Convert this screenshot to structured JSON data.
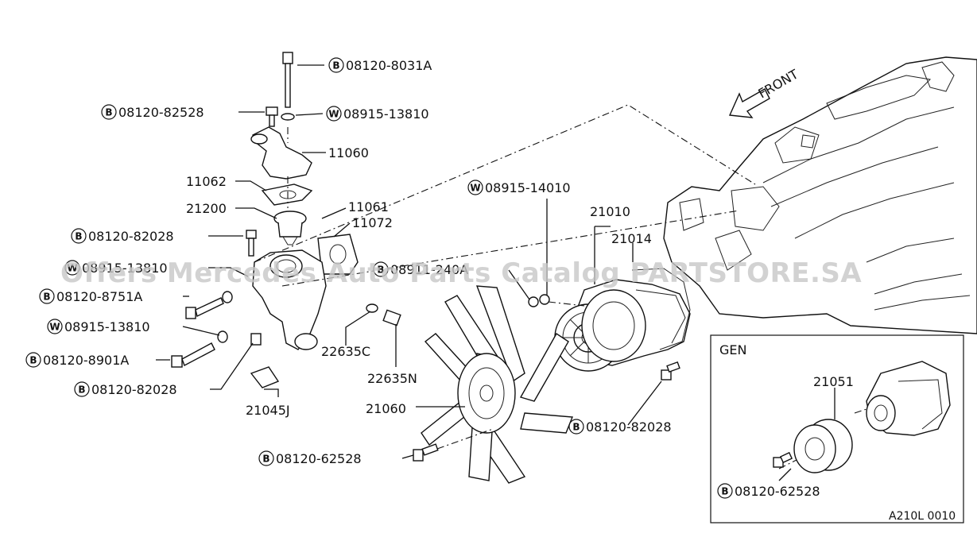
{
  "watermark": "Offers Mercedes Auto Parts Catalog PARTSTORE.SA",
  "direction_label": "FRONT",
  "inset_title": "GEN",
  "diagram_code": "A210L 0010",
  "callouts": [
    {
      "id": "c01",
      "badge": "B",
      "number": "08120-8031A"
    },
    {
      "id": "c02",
      "badge": "B",
      "number": "08120-82528"
    },
    {
      "id": "c03",
      "badge": "W",
      "number": "08915-13810"
    },
    {
      "id": "c04",
      "badge": "",
      "number": "11060"
    },
    {
      "id": "c05",
      "badge": "",
      "number": "11062"
    },
    {
      "id": "c06",
      "badge": "",
      "number": "21200"
    },
    {
      "id": "c07",
      "badge": "",
      "number": "11061"
    },
    {
      "id": "c08",
      "badge": "",
      "number": "11072"
    },
    {
      "id": "c09",
      "badge": "B",
      "number": "08120-82028"
    },
    {
      "id": "c10",
      "badge": "W",
      "number": "08915-13810"
    },
    {
      "id": "c11",
      "badge": "B",
      "number": "08120-8751A"
    },
    {
      "id": "c12",
      "badge": "W",
      "number": "08915-13810"
    },
    {
      "id": "c13",
      "badge": "B",
      "number": "08120-8901A"
    },
    {
      "id": "c14",
      "badge": "B",
      "number": "08120-82028"
    },
    {
      "id": "c15",
      "badge": "",
      "number": "21045J"
    },
    {
      "id": "c16",
      "badge": "W",
      "number": "08915-14010"
    },
    {
      "id": "c17",
      "badge": "B",
      "number": "08911-240A"
    },
    {
      "id": "c18",
      "badge": "",
      "number": "21010"
    },
    {
      "id": "c19",
      "badge": "",
      "number": "21014"
    },
    {
      "id": "c20",
      "badge": "",
      "number": "22635C"
    },
    {
      "id": "c21",
      "badge": "",
      "number": "22635N"
    },
    {
      "id": "c22",
      "badge": "",
      "number": "21060"
    },
    {
      "id": "c23",
      "badge": "B",
      "number": "08120-82028"
    },
    {
      "id": "c24",
      "badge": "B",
      "number": "08120-62528"
    },
    {
      "id": "c25",
      "badge": "",
      "number": "21051"
    },
    {
      "id": "c26",
      "badge": "B",
      "number": "08120-62528"
    }
  ]
}
